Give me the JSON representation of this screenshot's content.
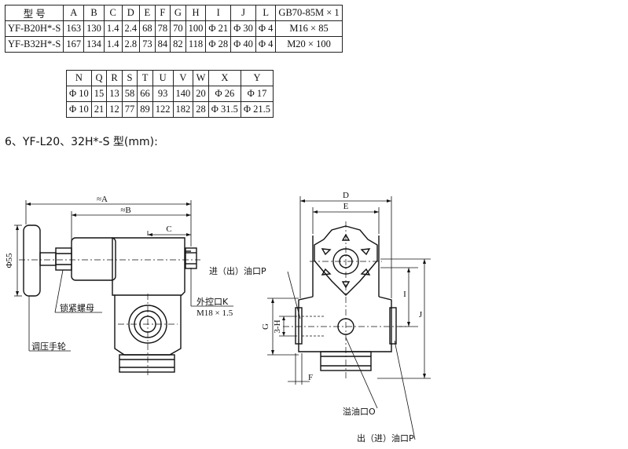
{
  "table1": {
    "header": [
      "型 号",
      "A",
      "B",
      "C",
      "D",
      "E",
      "F",
      "G",
      "H",
      "I",
      "J",
      "L",
      "GB70-85M × 1"
    ],
    "rows": [
      [
        "YF-B20H*-S",
        "163",
        "130",
        "1.4",
        "2.4",
        "68",
        "78",
        "70",
        "100",
        "Φ 21",
        "Φ 30",
        "Φ 4",
        "M16 × 85"
      ],
      [
        "YF-B32H*-S",
        "167",
        "134",
        "1.4",
        "2.8",
        "73",
        "84",
        "82",
        "118",
        "Φ 28",
        "Φ 40",
        "Φ 4",
        "M20 × 100"
      ]
    ]
  },
  "table2": {
    "header": [
      "N",
      "Q",
      "R",
      "S",
      "T",
      "U",
      "V",
      "W",
      "X",
      "Y"
    ],
    "rows": [
      [
        "Φ 10",
        "15",
        "13",
        "58",
        "66",
        "93",
        "140",
        "20",
        "Φ 26",
        "Φ 17"
      ],
      [
        "Φ 10",
        "21",
        "12",
        "77",
        "89",
        "122",
        "182",
        "28",
        "Φ 31.5",
        "Φ 21.5"
      ]
    ]
  },
  "section_heading": "6、YF-L20、32H*-S 型(mm):",
  "labels": {
    "dim_a": "≈A",
    "dim_b": "≈B",
    "dim_c": "C",
    "dim_phi55": "Φ55",
    "lock_nut": "锁紧螺母",
    "handwheel": "调压手轮",
    "ext_port": "外控口K",
    "ext_port_thread": "M18 × 1.5",
    "dim_d": "D",
    "dim_e": "E",
    "inlet": "进（出）油口P",
    "dim_i": "I",
    "dim_j": "J",
    "dim_g": "G",
    "dim_3h": "3-H",
    "dim_f": "F",
    "overflow": "溢油口O",
    "outlet": "出（进）油口P"
  }
}
